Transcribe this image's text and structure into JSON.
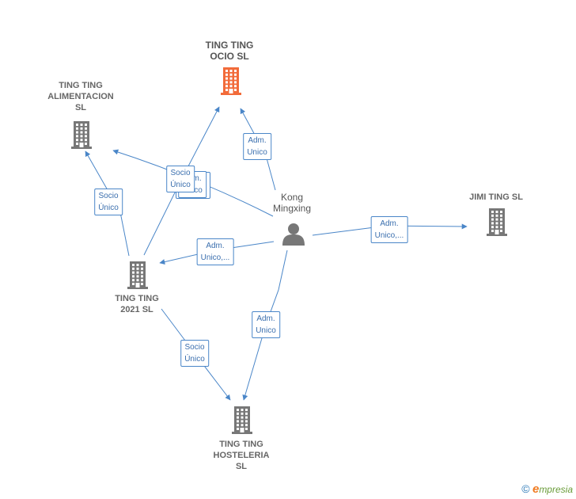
{
  "nodes": [
    {
      "id": "ocio",
      "label": "TING TING\nOCIO  SL",
      "type": "company",
      "color": "#f26b3a",
      "highlight": true
    },
    {
      "id": "alim",
      "label": "TING TING\nALIMENTACION\nSL",
      "type": "company",
      "color": "#777777"
    },
    {
      "id": "kong",
      "label": "Kong\nMingxing",
      "type": "person",
      "color": "#777777"
    },
    {
      "id": "jimi",
      "label": "JIMI TING  SL",
      "type": "company",
      "color": "#777777"
    },
    {
      "id": "t2021",
      "label": "TING TING\n2021  SL",
      "type": "company",
      "color": "#777777"
    },
    {
      "id": "host",
      "label": "TING TING\nHOSTELERIA\nSL",
      "type": "company",
      "color": "#777777"
    }
  ],
  "edges": [
    {
      "from": "kong",
      "to": "ocio",
      "label": "Adm.\nUnico"
    },
    {
      "from": "kong",
      "to": "alim",
      "label": "Adm.\nUnico"
    },
    {
      "from": "t2021",
      "to": "ocio",
      "label": "Socio\nÚnico"
    },
    {
      "from": "t2021",
      "to": "alim",
      "label": "Socio\nÚnico"
    },
    {
      "from": "kong",
      "to": "jimi",
      "label": "Adm.\nUnico,..."
    },
    {
      "from": "kong",
      "to": "t2021",
      "label": "Adm.\nUnico,..."
    },
    {
      "from": "kong",
      "to": "host",
      "label": "Adm.\nUnico"
    },
    {
      "from": "t2021",
      "to": "host",
      "label": "Socio\nÚnico"
    }
  ],
  "brand": {
    "copyright": "©",
    "initial": "e",
    "name": "mpresia"
  },
  "colors": {
    "edge": "#4a86c8",
    "company": "#777777",
    "highlight": "#f26b3a"
  }
}
